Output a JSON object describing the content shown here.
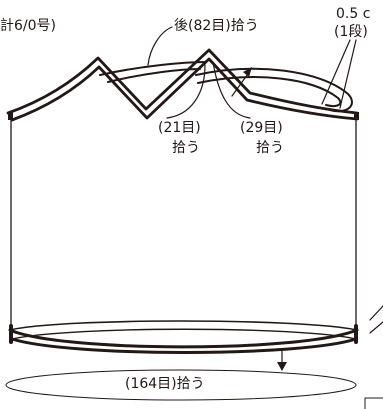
{
  "labels": {
    "needle": "計6/0号)",
    "back_pickup": "後(82目)拾う",
    "width_value": "0.5 c",
    "row_count": "(1段)",
    "pick_a_count": "(21目)",
    "pick_a_verb": "拾う",
    "pick_b_count": "(29目)",
    "pick_b_verb": "拾う",
    "bottom_pickup": "(164目)拾う"
  },
  "colors": {
    "ink": "#231815",
    "paper": "#ffffff"
  }
}
